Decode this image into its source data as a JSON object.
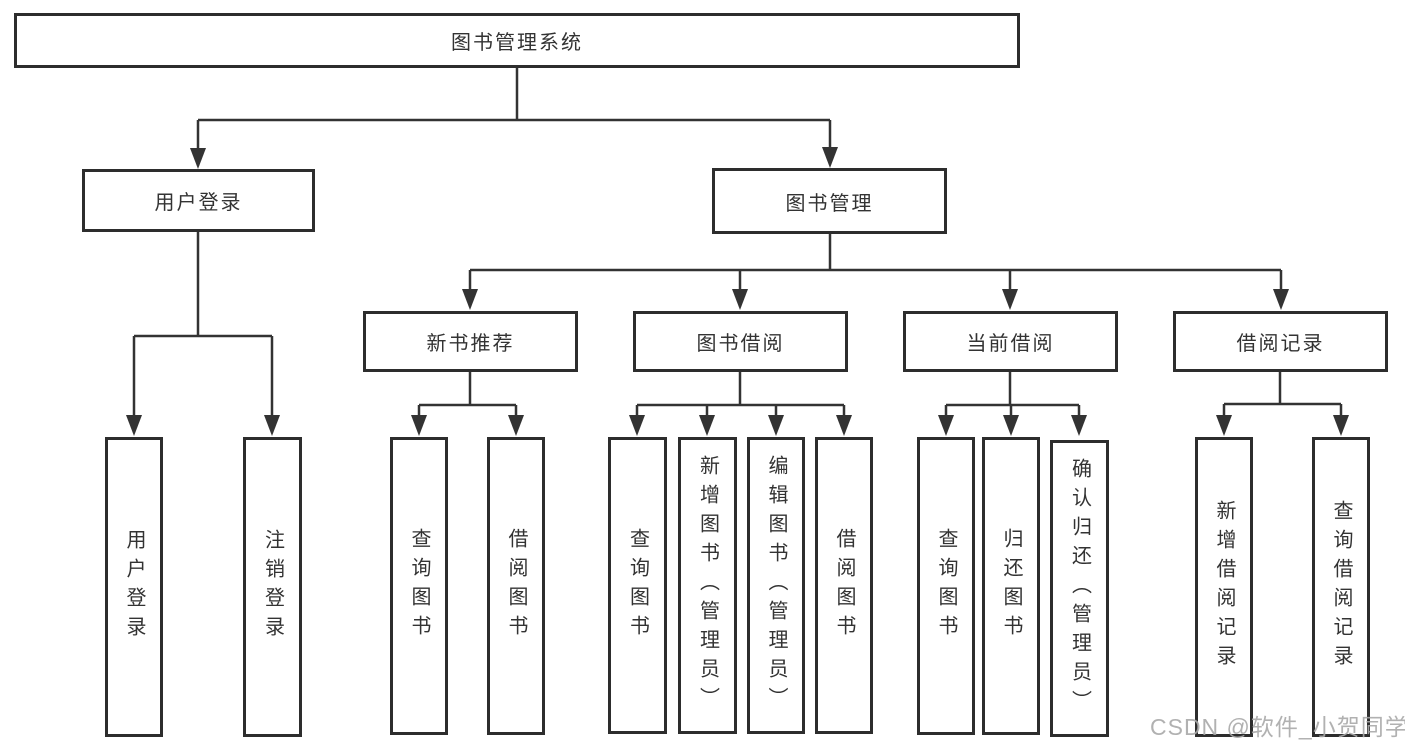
{
  "title": "图书管理系统",
  "nodes": {
    "root": "图书管理系统",
    "user_login": "用户登录",
    "book_management": "图书管理",
    "new_book_recommend": "新书推荐",
    "book_borrowing": "图书借阅",
    "current_borrowing": "当前借阅",
    "borrow_records": "借阅记录",
    "leaf_user_login": "用户登录",
    "leaf_logout": "注销登录",
    "leaf_recommend_query_books": "查询图书",
    "leaf_recommend_borrow_books": "借阅图书",
    "leaf_borrowing_query_books": "查询图书",
    "leaf_borrowing_add_books": "新增图书（管理员）",
    "leaf_borrowing_edit_books": "编辑图书（管理员）",
    "leaf_borrowing_borrow_books": "借阅图书",
    "leaf_current_query_books": "查询图书",
    "leaf_current_return_books": "归还图书",
    "leaf_current_confirm_return": "确认归还（管理员）",
    "leaf_records_add_record": "新增借阅记录",
    "leaf_records_query_record": "查询借阅记录"
  },
  "hierarchy": {
    "图书管理系统": {
      "用户登录": [
        "用户登录",
        "注销登录"
      ],
      "图书管理": {
        "新书推荐": [
          "查询图书",
          "借阅图书"
        ],
        "图书借阅": [
          "查询图书",
          "新增图书（管理员）",
          "编辑图书（管理员）",
          "借阅图书"
        ],
        "当前借阅": [
          "查询图书",
          "归还图书",
          "确认归还（管理员）"
        ],
        "借阅记录": [
          "新增借阅记录",
          "查询借阅记录"
        ]
      }
    }
  },
  "watermark": "CSDN @软件_小贺同学",
  "colors": {
    "line": "#333333",
    "box_border": "#2d2d2d",
    "text": "#333333",
    "watermark": "#a8a8a8",
    "background": "#ffffff"
  }
}
